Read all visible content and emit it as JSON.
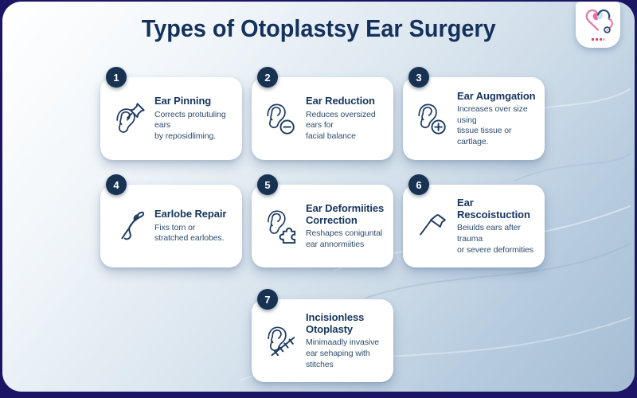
{
  "page": {
    "title": "Types of Otoplastsy Ear Surgery"
  },
  "logo": {
    "name": "heart-stethoscope-logo"
  },
  "colors": {
    "frame": "#1c1566",
    "title_text": "#14315c",
    "badge": "#183352",
    "card_bg": "#ffffff",
    "card_title": "#16355e",
    "card_desc": "#2e4d6e",
    "logo_pink": "#e8739f",
    "logo_blue": "#bfe4f2"
  },
  "cards": [
    {
      "number": "1",
      "title": "Ear Pinning",
      "desc": "Corrects protutuling ears\nby reposidliming.",
      "icon": "ear-pin-icon"
    },
    {
      "number": "2",
      "title": "Ear Reduction",
      "desc": "Reduces oversized ears for\nfacial balance",
      "icon": "ear-minus-icon"
    },
    {
      "number": "3",
      "title": "Ear Augmgation",
      "desc": "Increases over size using\ntissue tissue or cartlage.",
      "icon": "ear-plus-icon"
    },
    {
      "number": "4",
      "title": "Earlobe Repair",
      "desc": "Fixs torn or\nstratched earlobes.",
      "icon": "needle-thread-icon"
    },
    {
      "number": "5",
      "title": "Ear Deformiities\nCorrection",
      "desc": "Reshapes coniguntal\near annormiities",
      "icon": "ear-puzzle-icon"
    },
    {
      "number": "6",
      "title": "Ear Rescoistuction",
      "desc": "Beiulds ears after trauma\nor severe deformities",
      "icon": "hammer-icon"
    },
    {
      "number": "7",
      "title": "Incisionless Otoplasty",
      "desc": "Minimaadly invasive\near sehaping with stitches",
      "icon": "ear-stitches-icon"
    }
  ]
}
